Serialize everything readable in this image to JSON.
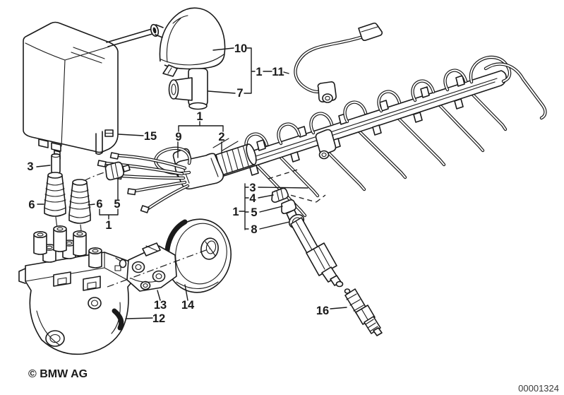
{
  "colors": {
    "background": "#ffffff",
    "line": "#1a1a1a",
    "muted": "#3a3a3a"
  },
  "footer": {
    "copyright": "© BMW AG",
    "document_number": "00001324"
  },
  "part_labels": {
    "dust_cover_cap": "10",
    "group_cap_assembly": "1",
    "suppression_cable": "11",
    "elbow_boot": "7",
    "coil_cover": "15",
    "group_loom": "1",
    "loom_clip": "9",
    "loom_sleeve": "2",
    "terminal_left": "3",
    "boot_a": "6",
    "boot_b": "6",
    "connector_left": "5",
    "group_boot_set": "1",
    "terminal_right": "3",
    "seal_ring": "4",
    "group_plug_lead": "1",
    "connector_right": "5",
    "plug_tube": "8",
    "rotor_bracket": "13",
    "dust_shield": "14",
    "distributor_cap": "12",
    "spark_plug": "16"
  }
}
